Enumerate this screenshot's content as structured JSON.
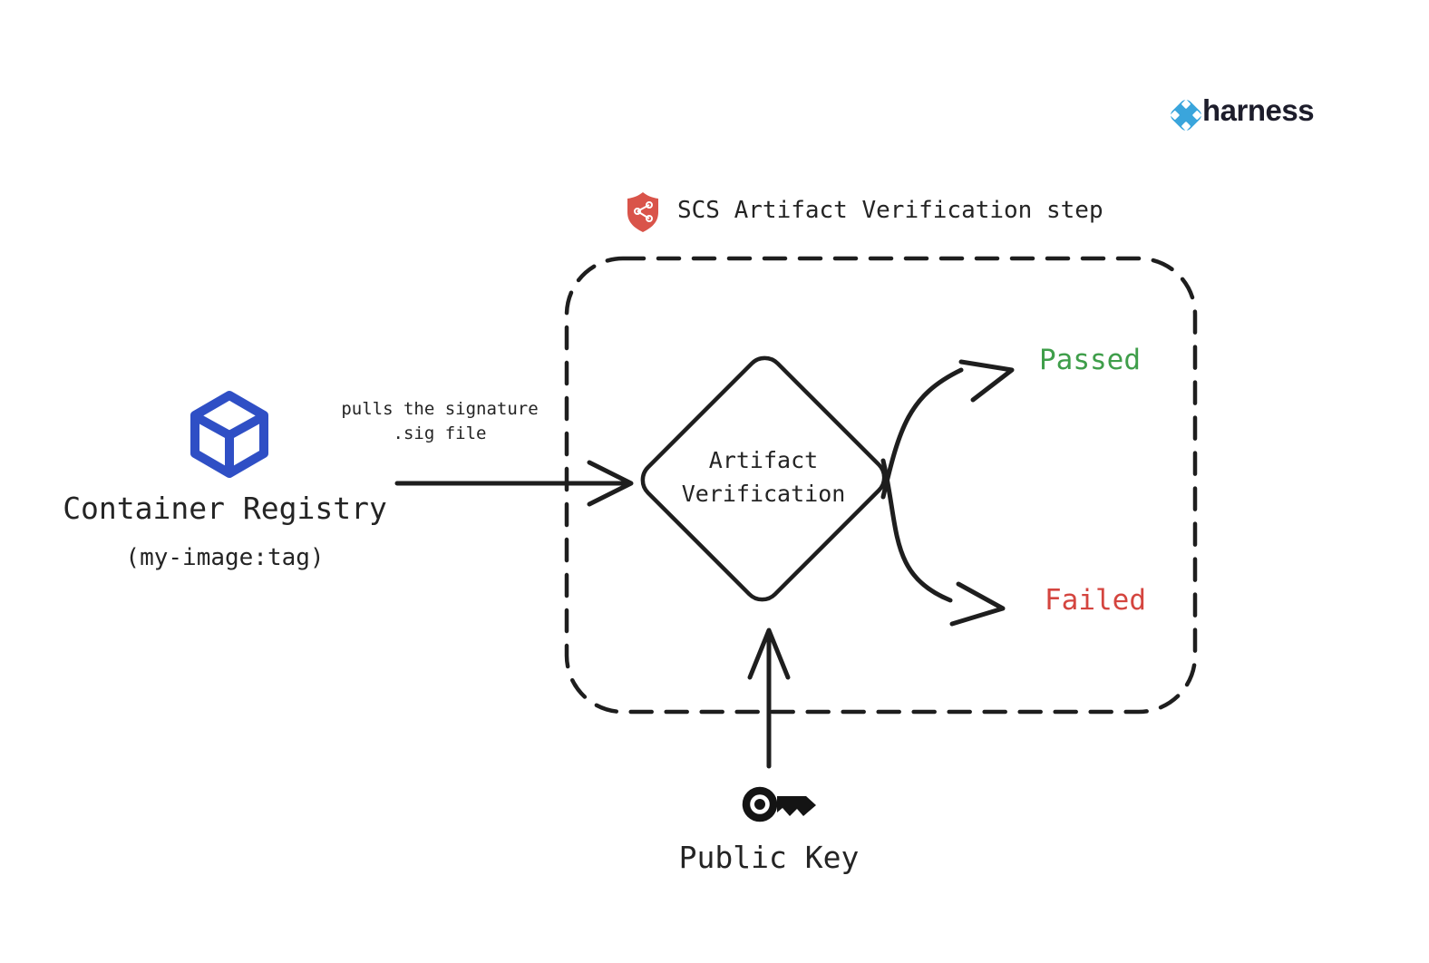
{
  "brand": {
    "name": "harness",
    "icon_color": "#3aa5dc",
    "text_color": "#1d1d2b"
  },
  "header": {
    "step_title": "SCS Artifact Verification step",
    "shield_color": "#d9544a"
  },
  "source": {
    "title": "Container Registry",
    "subtitle": "(my-image:tag)",
    "icon_color": "#2f4fc5"
  },
  "flow": {
    "pull_label_line1": "pulls the signature",
    "pull_label_line2": ".sig file"
  },
  "decision": {
    "label_line1": "Artifact",
    "label_line2": "Verification"
  },
  "outcomes": {
    "passed": {
      "label": "Passed",
      "color": "#3f9e4a"
    },
    "failed": {
      "label": "Failed",
      "color": "#d4453f"
    }
  },
  "input": {
    "title": "Public Key"
  },
  "stroke_color": "#1e1e1e"
}
